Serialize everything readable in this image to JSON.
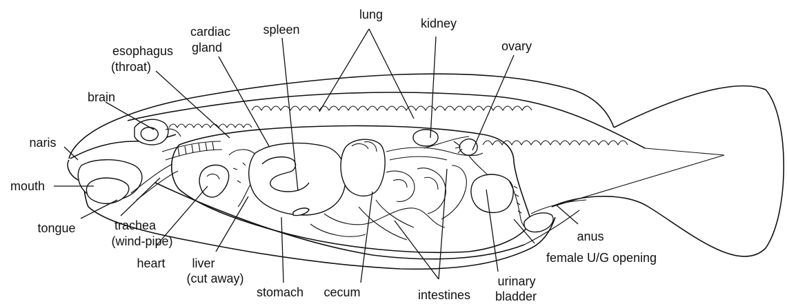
{
  "diagram": {
    "labels": {
      "lung": "lung",
      "kidney": "kidney",
      "cardiac_1": "cardiac",
      "cardiac_2": "gland",
      "spleen": "spleen",
      "ovary": "ovary",
      "esophagus_1": "esophagus",
      "esophagus_2": "(throat)",
      "brain": "brain",
      "naris": "naris",
      "mouth": "mouth",
      "tongue": "tongue",
      "trachea_1": "trachea",
      "trachea_2": "(wind-pipe)",
      "heart": "heart",
      "liver_1": "liver",
      "liver_2": "(cut away)",
      "stomach": "stomach",
      "cecum": "cecum",
      "intestines": "intestines",
      "urinary_1": "urinary",
      "urinary_2": "bladder",
      "anus": "anus",
      "female_ug": "female U/G opening"
    }
  }
}
